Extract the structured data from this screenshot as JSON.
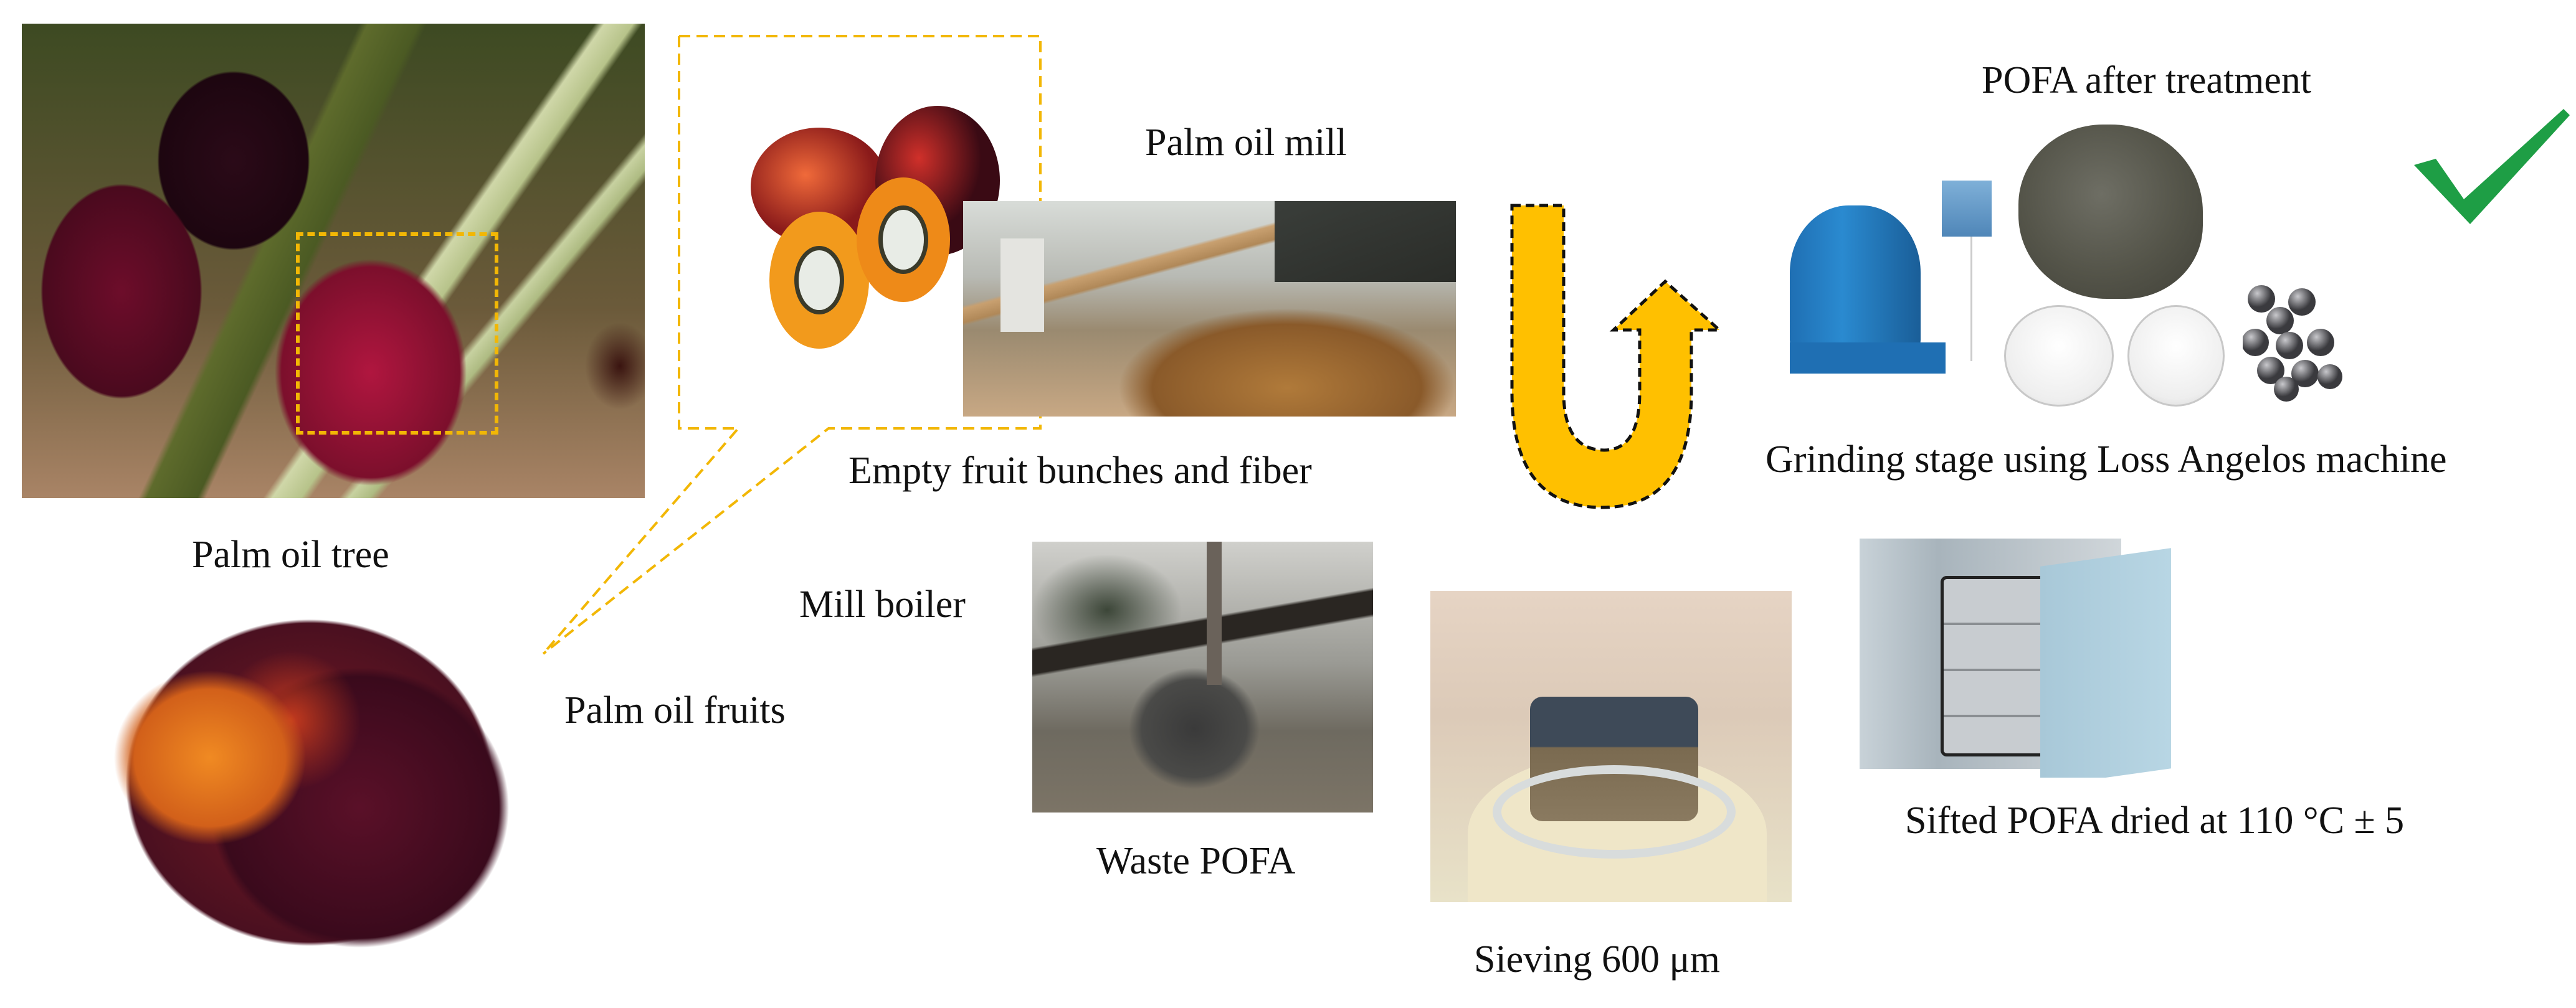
{
  "diagram": {
    "title": "POFA preparation process",
    "accent_color": "#FFC000",
    "check_color": "#1E9E45",
    "steps": [
      {
        "id": "tree",
        "label": "Palm oil tree",
        "image": "palm-oil-tree-photo"
      },
      {
        "id": "fruits",
        "label": "Palm oil fruits",
        "image": "palm-oil-fruit-bunch-photo"
      },
      {
        "id": "fruit-detail",
        "label": "",
        "image": "sliced-palm-fruits-photo"
      },
      {
        "id": "mill",
        "label": "Palm oil mill",
        "image": "palm-oil-mill-photo"
      },
      {
        "id": "efb",
        "label": "Empty fruit bunches and fiber"
      },
      {
        "id": "boiler",
        "label": "Mill boiler"
      },
      {
        "id": "waste",
        "label": "Waste POFA",
        "image": "waste-pofa-photo"
      },
      {
        "id": "sieve",
        "label": "Sieving 600 μm",
        "image": "sieve-photo"
      },
      {
        "id": "dry",
        "label": "Sifted POFA dried at 110 °C ± 5",
        "image": "drying-oven-photo"
      },
      {
        "id": "grind",
        "label": "Grinding stage using Loss Angelos machine",
        "image": "los-angeles-machine-photo"
      },
      {
        "id": "treated",
        "label": "POFA after treatment",
        "image": "treated-pofa-powder-photo"
      }
    ],
    "icons": {
      "u_turn_arrow": "u-turn-arrow-icon",
      "check": "checkmark-icon"
    }
  }
}
